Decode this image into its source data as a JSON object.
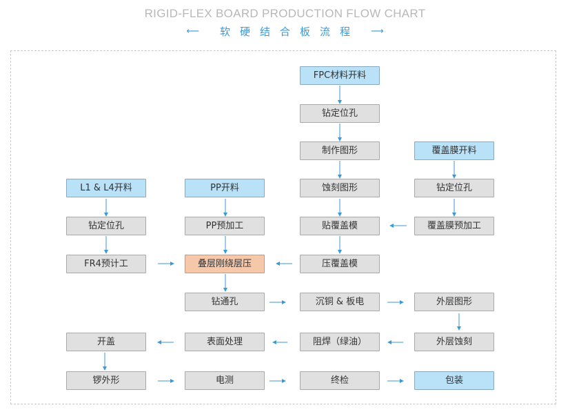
{
  "title_en": "RIGID-FLEX BOARD PRODUCTION FLOW CHART",
  "title_cn": "软硬结合板流程",
  "title_arrow_left": "⟵",
  "title_arrow_right": "⟶",
  "nodes": {
    "fpc_cut": "FPC材料开料",
    "fpc_drill": "钻定位孔",
    "fpc_pattern": "制作图形",
    "fpc_etch": "蚀刻图形",
    "fpc_coverlay_attach": "贴覆盖模",
    "fpc_coverlay_press": "压覆盖模",
    "cov_cut": "覆盖膜开料",
    "cov_drill": "钻定位孔",
    "cov_pre": "覆盖膜预加工",
    "l14_cut": "L1 & L4开料",
    "l14_drill": "钻定位孔",
    "l14_fr4": "FR4预计工",
    "pp_cut": "PP开料",
    "pp_pre": "PP预加工",
    "laminate": "叠层刚绕层压",
    "drill_via": "钻通孔",
    "plating": "沉铜 & 板电",
    "outer_pattern": "外层图形",
    "outer_etch": "外层蚀刻",
    "solder_mask": "阻焊（绿油）",
    "surface": "表面处理",
    "open_cover": "开盖",
    "routing": "锣外形",
    "e_test": "电测",
    "final_check": "终检",
    "package": "包装"
  },
  "colors": {
    "title_en": "#b8b8b8",
    "title_cn": "#3a9ad6",
    "node_default": "#e0e0e0",
    "node_start": "#b9e1f7",
    "node_laminate": "#f6c8a9",
    "arrow": "#3a9ad6"
  }
}
